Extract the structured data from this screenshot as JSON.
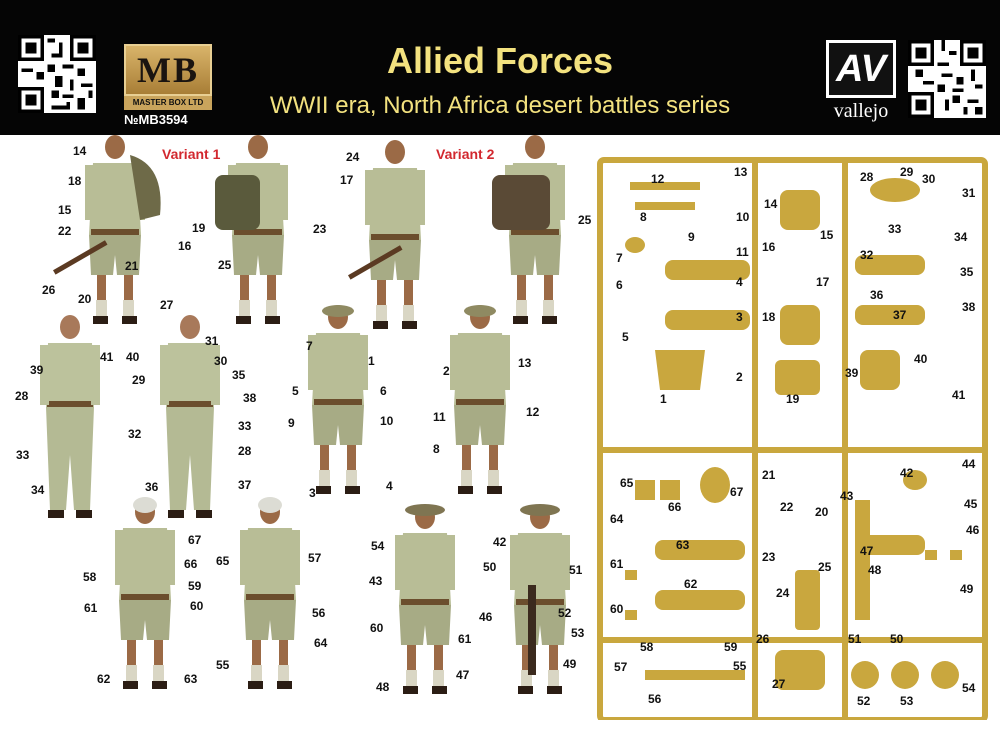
{
  "header": {
    "title": "Allied Forces",
    "subtitle": "WWII era, North Africa desert battles series",
    "brand_logo_letters": "MB",
    "brand_name": "MASTER BOX LTD",
    "product_code": "№MB3594",
    "paint_logo_letters": "AV",
    "paint_brand": "vallejo"
  },
  "variants": {
    "v1": "Variant 1",
    "v2": "Variant 2"
  },
  "colors": {
    "header_bg": "#050505",
    "title_color": "#f3e27f",
    "variant_color": "#d2282f",
    "uniform_khaki": "#b9bf9a",
    "sprue_gold": "#c9a73e"
  },
  "figure_labels": [
    "14",
    "18",
    "15",
    "22",
    "26",
    "20",
    "16",
    "21",
    "27",
    "19",
    "25",
    "23",
    "24",
    "17",
    "25",
    "41",
    "40",
    "31",
    "30",
    "29",
    "35",
    "38",
    "39",
    "28",
    "32",
    "33",
    "28",
    "33",
    "34",
    "36",
    "37",
    "7",
    "1",
    "5",
    "6",
    "9",
    "10",
    "3",
    "4",
    "2",
    "13",
    "11",
    "12",
    "8",
    "67",
    "58",
    "66",
    "59",
    "61",
    "60",
    "62",
    "63",
    "65",
    "57",
    "56",
    "64",
    "55",
    "54",
    "43",
    "60",
    "61",
    "48",
    "47",
    "42",
    "50",
    "51",
    "46",
    "52",
    "53",
    "49"
  ],
  "sprue_labels": [
    "12",
    "13",
    "8",
    "9",
    "10",
    "14",
    "15",
    "7",
    "11",
    "16",
    "4",
    "6",
    "3",
    "5",
    "2",
    "1",
    "28",
    "29",
    "30",
    "31",
    "33",
    "34",
    "32",
    "17",
    "35",
    "36",
    "18",
    "37",
    "38",
    "40",
    "39",
    "19",
    "41",
    "65",
    "66",
    "67",
    "21",
    "43",
    "42",
    "44",
    "22",
    "20",
    "45",
    "46",
    "64",
    "63",
    "47",
    "23",
    "61",
    "62",
    "48",
    "25",
    "24",
    "60",
    "49",
    "58",
    "59",
    "26",
    "51",
    "50",
    "57",
    "55",
    "27",
    "56",
    "52",
    "53",
    "54"
  ]
}
